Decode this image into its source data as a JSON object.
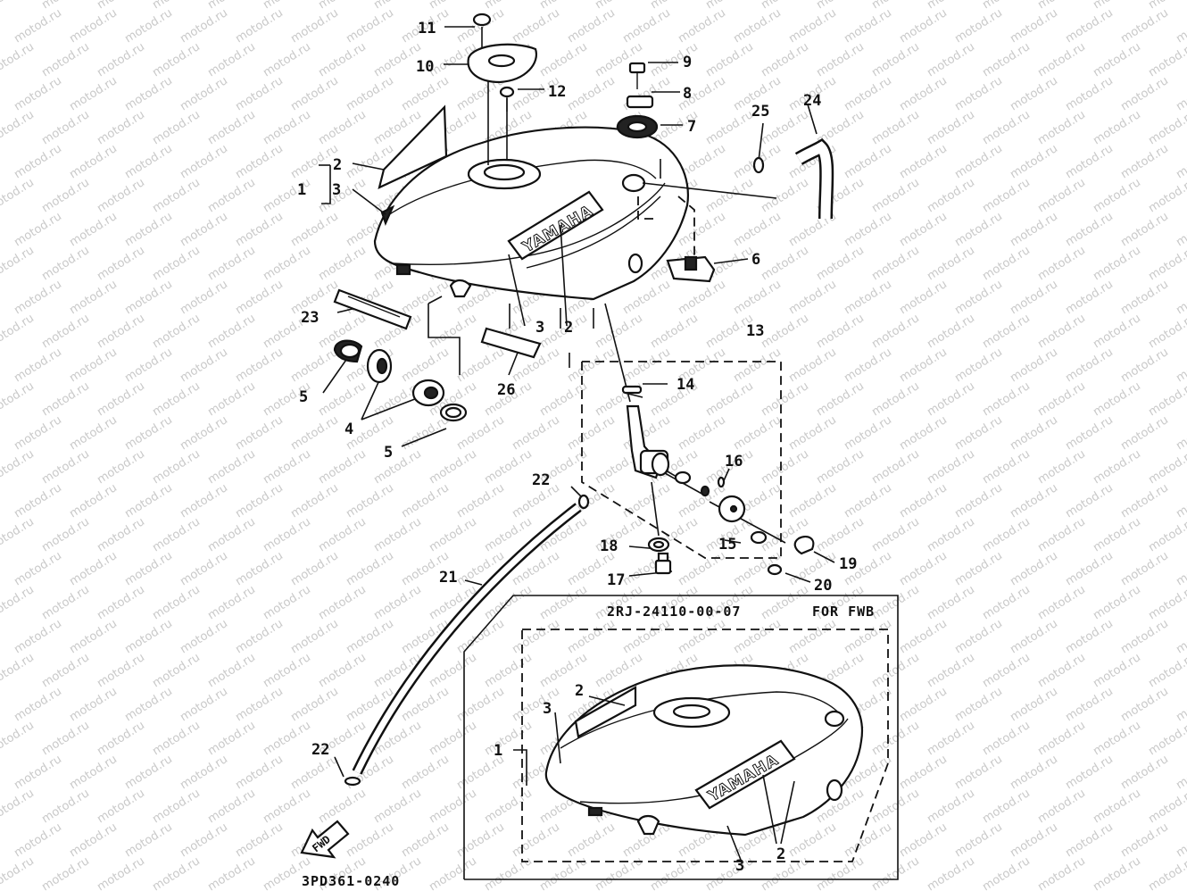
{
  "watermark": "motod.ru",
  "brand_on_tank": "YAMAHA",
  "brand_on_tank_inset": "YAMAHA",
  "inset_header": {
    "part_number": "2RJ-24110-00-07",
    "note": "FOR FWB"
  },
  "fwd_arrow_text": "FWD",
  "footer_code": "3PD361-0240",
  "callouts": {
    "c11": "11",
    "c10": "10",
    "c12": "12",
    "c9": "9",
    "c8": "8",
    "c7": "7",
    "c25": "25",
    "c24": "24",
    "c2a": "2",
    "c1a": "1",
    "c3a": "3",
    "c6": "6",
    "c23": "23",
    "c3b": "3",
    "c2b": "2",
    "c13": "13",
    "c5a": "5",
    "c26": "26",
    "c14": "14",
    "c4": "4",
    "c5b": "5",
    "c16": "16",
    "c22a": "22",
    "c18": "18",
    "c15": "15",
    "c19": "19",
    "c17": "17",
    "c20": "20",
    "c21": "21",
    "c2c": "2",
    "c3c": "3",
    "c1b": "1",
    "c22b": "22",
    "c3d": "3",
    "c2d": "2"
  }
}
